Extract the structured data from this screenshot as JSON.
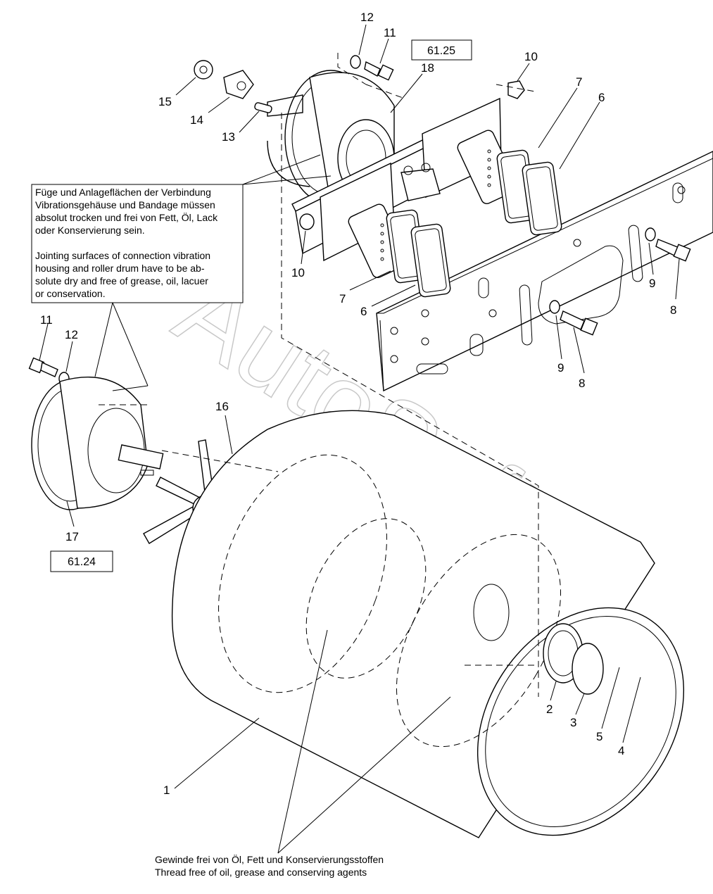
{
  "labels": {
    "n1": "1",
    "n2": "2",
    "n3": "3",
    "n4": "4",
    "n5": "5",
    "n6a": "6",
    "n6b": "6",
    "n7a": "7",
    "n7b": "7",
    "n8a": "8",
    "n8b": "8",
    "n9a": "9",
    "n9b": "9",
    "n10a": "10",
    "n10b": "10",
    "n11a": "11",
    "n11b": "11",
    "n12a": "12",
    "n12b": "12",
    "n13": "13",
    "n14": "14",
    "n15": "15",
    "n16": "16",
    "n17": "17",
    "n18": "18"
  },
  "refs": {
    "top": "61.25",
    "left": "61.24"
  },
  "note_box": {
    "lines": [
      "Füge und Anlageflächen der Verbindung",
      "Vibrationsgehäuse und Bandage müssen",
      "absolut trocken und frei von Fett, Öl, Lack",
      "oder Konservierung sein.",
      "",
      "Jointing surfaces of connection vibration",
      "housing and roller drum have to be ab-",
      "solute dry and free of grease, oil, lacuer",
      "or conservation."
    ]
  },
  "bottom_note": {
    "line1": "Gewinde frei von Öl, Fett und Konservierungsstoffen",
    "line2": "Thread free of oil, grease and conserving agents"
  },
  "watermark": "AutoSoft"
}
